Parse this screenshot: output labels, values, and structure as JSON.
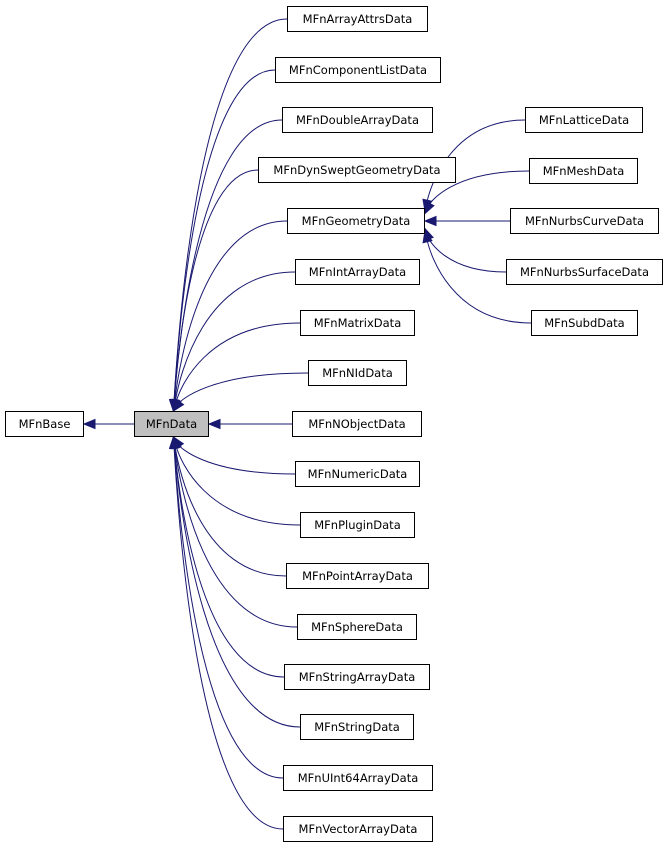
{
  "colors": {
    "edge": "#191970",
    "current_fill": "#bfbfbf",
    "node_border": "#000000"
  },
  "nodes": {
    "base": "MFnBase",
    "data": "MFnData",
    "array_attrs": "MFnArrayAttrsData",
    "component_list": "MFnComponentListData",
    "double_array": "MFnDoubleArrayData",
    "dyn_swept_geometry": "MFnDynSweptGeometryData",
    "geometry": "MFnGeometryData",
    "int_array": "MFnIntArrayData",
    "matrix": "MFnMatrixData",
    "nid": "MFnNIdData",
    "nobject": "MFnNObjectData",
    "numeric": "MFnNumericData",
    "plugin": "MFnPluginData",
    "point_array": "MFnPointArrayData",
    "sphere": "MFnSphereData",
    "string_array": "MFnStringArrayData",
    "string": "MFnStringData",
    "uint64_array": "MFnUInt64ArrayData",
    "vector_array": "MFnVectorArrayData",
    "lattice": "MFnLatticeData",
    "mesh": "MFnMeshData",
    "nurbs_curve": "MFnNurbsCurveData",
    "nurbs_surface": "MFnNurbsSurfaceData",
    "subd": "MFnSubdData"
  },
  "edges": [
    [
      "data",
      "base"
    ],
    [
      "array_attrs",
      "data"
    ],
    [
      "component_list",
      "data"
    ],
    [
      "double_array",
      "data"
    ],
    [
      "dyn_swept_geometry",
      "data"
    ],
    [
      "geometry",
      "data"
    ],
    [
      "int_array",
      "data"
    ],
    [
      "matrix",
      "data"
    ],
    [
      "nid",
      "data"
    ],
    [
      "nobject",
      "data"
    ],
    [
      "numeric",
      "data"
    ],
    [
      "plugin",
      "data"
    ],
    [
      "point_array",
      "data"
    ],
    [
      "sphere",
      "data"
    ],
    [
      "string_array",
      "data"
    ],
    [
      "string",
      "data"
    ],
    [
      "uint64_array",
      "data"
    ],
    [
      "vector_array",
      "data"
    ],
    [
      "lattice",
      "geometry"
    ],
    [
      "mesh",
      "geometry"
    ],
    [
      "nurbs_curve",
      "geometry"
    ],
    [
      "nurbs_surface",
      "geometry"
    ],
    [
      "subd",
      "geometry"
    ]
  ]
}
